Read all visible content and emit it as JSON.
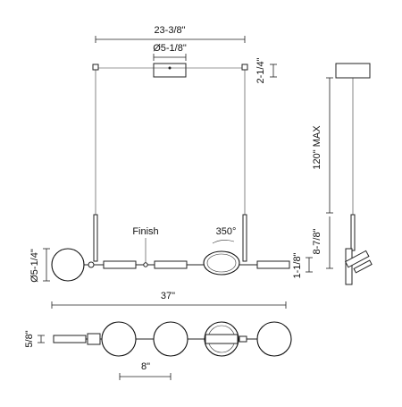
{
  "labels": {
    "canopy_width": "23-3/8\"",
    "canopy_diameter": "Ø5-1/8\"",
    "canopy_height": "2-1/4\"",
    "max_height": "120\" MAX",
    "finish": "Finish",
    "rotation": "350°",
    "globe_diameter": "Ø5-1/4\"",
    "total_width": "37\"",
    "bar_height": "1-1/8\"",
    "side_height": "8-7/8\"",
    "depth": "5/8\"",
    "spacing": "8\""
  }
}
